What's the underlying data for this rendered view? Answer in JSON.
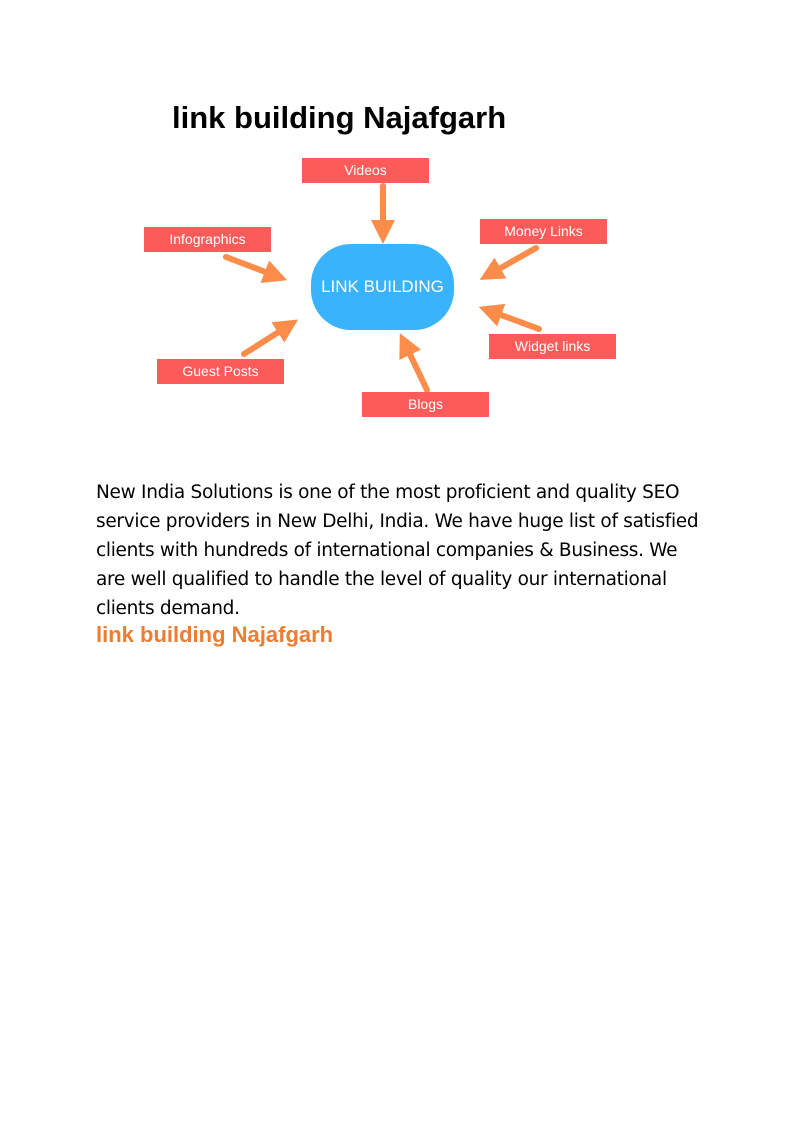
{
  "title": "link building Najafgarh",
  "diagram": {
    "center": "LINK BUILDING",
    "nodes": {
      "videos": "Videos",
      "infographics": "Infographics",
      "money": "Money Links",
      "widget": "Widget links",
      "guest": "Guest Posts",
      "blogs": "Blogs"
    },
    "colors": {
      "node": "#fd5a5a",
      "center": "#38b3fc",
      "arrow": "#fb8c49"
    }
  },
  "paragraph": "New India Solutions is one of the most proficient and quality SEO service providers in New Delhi, India. We have huge list of satisfied clients with hundreds of international companies & Business. We are well qualified to handle the level of quality our international clients demand.",
  "link": "link building Najafgarh"
}
